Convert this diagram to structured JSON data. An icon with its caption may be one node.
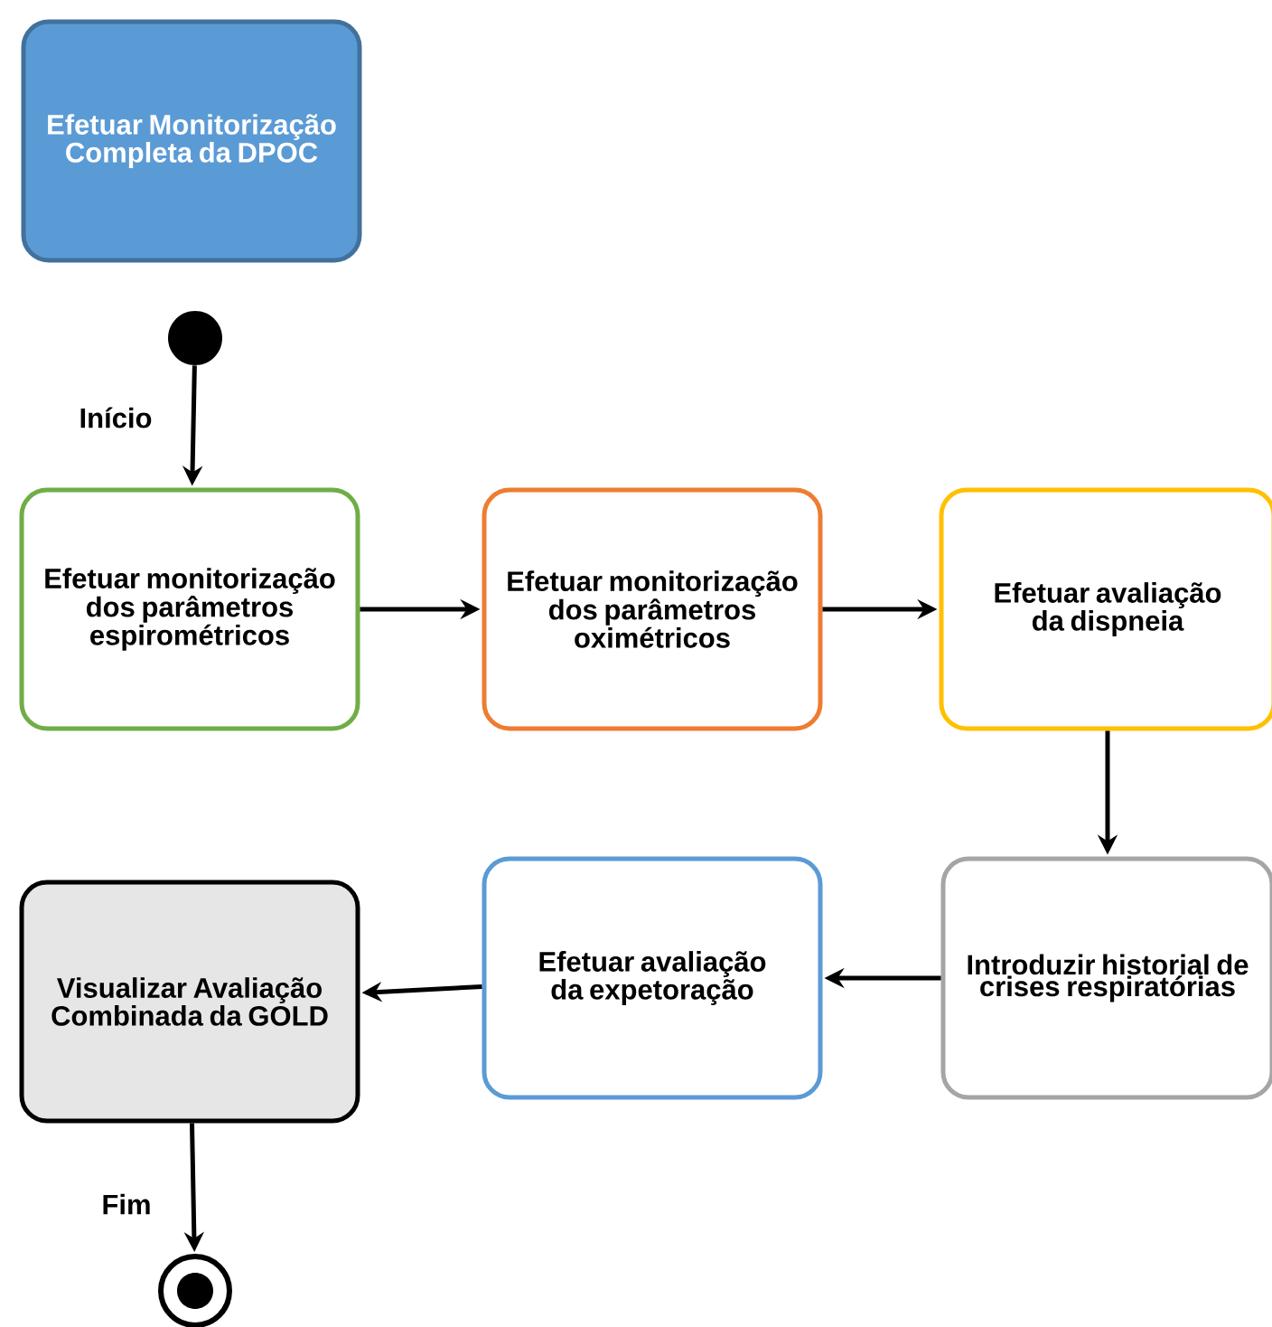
{
  "diagram": {
    "nodes": [
      {
        "text": [
          "Efetuar Monitorização Completa da DPOC"
        ]
      },
      {
        "text": [],
        "shape": "circle"
      },
      {
        "text": [
          "Efetuar monitorização dos parâmetros espirométricos"
        ]
      },
      {
        "text": [
          "Efetuar monitorização dos parâmetros oximétricos"
        ]
      },
      {
        "text": [
          "Efetuar avaliação da dispneia"
        ]
      },
      {
        "text": [
          "Introduzir historial de crises respiratórias"
        ]
      },
      {
        "text": [
          "Efetuar avaliação da expetoração"
        ]
      },
      {
        "text": [
          "Visualizar Avaliação Combinada da GOLD"
        ]
      },
      {
        "text": [],
        "shape": "circle"
      }
    ],
    "edges": [
      {
        "from": 1,
        "to": 2,
        "arrow": "to",
        "label": "Início"
      },
      {
        "from": 2,
        "to": 3,
        "arrow": "to"
      },
      {
        "from": 3,
        "to": 4,
        "arrow": "to"
      },
      {
        "from": 4,
        "to": 5,
        "arrow": "to"
      },
      {
        "from": 5,
        "to": 6,
        "arrow": "to"
      },
      {
        "from": 6,
        "to": 7,
        "arrow": "to"
      },
      {
        "from": 7,
        "to": 8,
        "arrow": "to",
        "label": "Fim"
      }
    ]
  }
}
